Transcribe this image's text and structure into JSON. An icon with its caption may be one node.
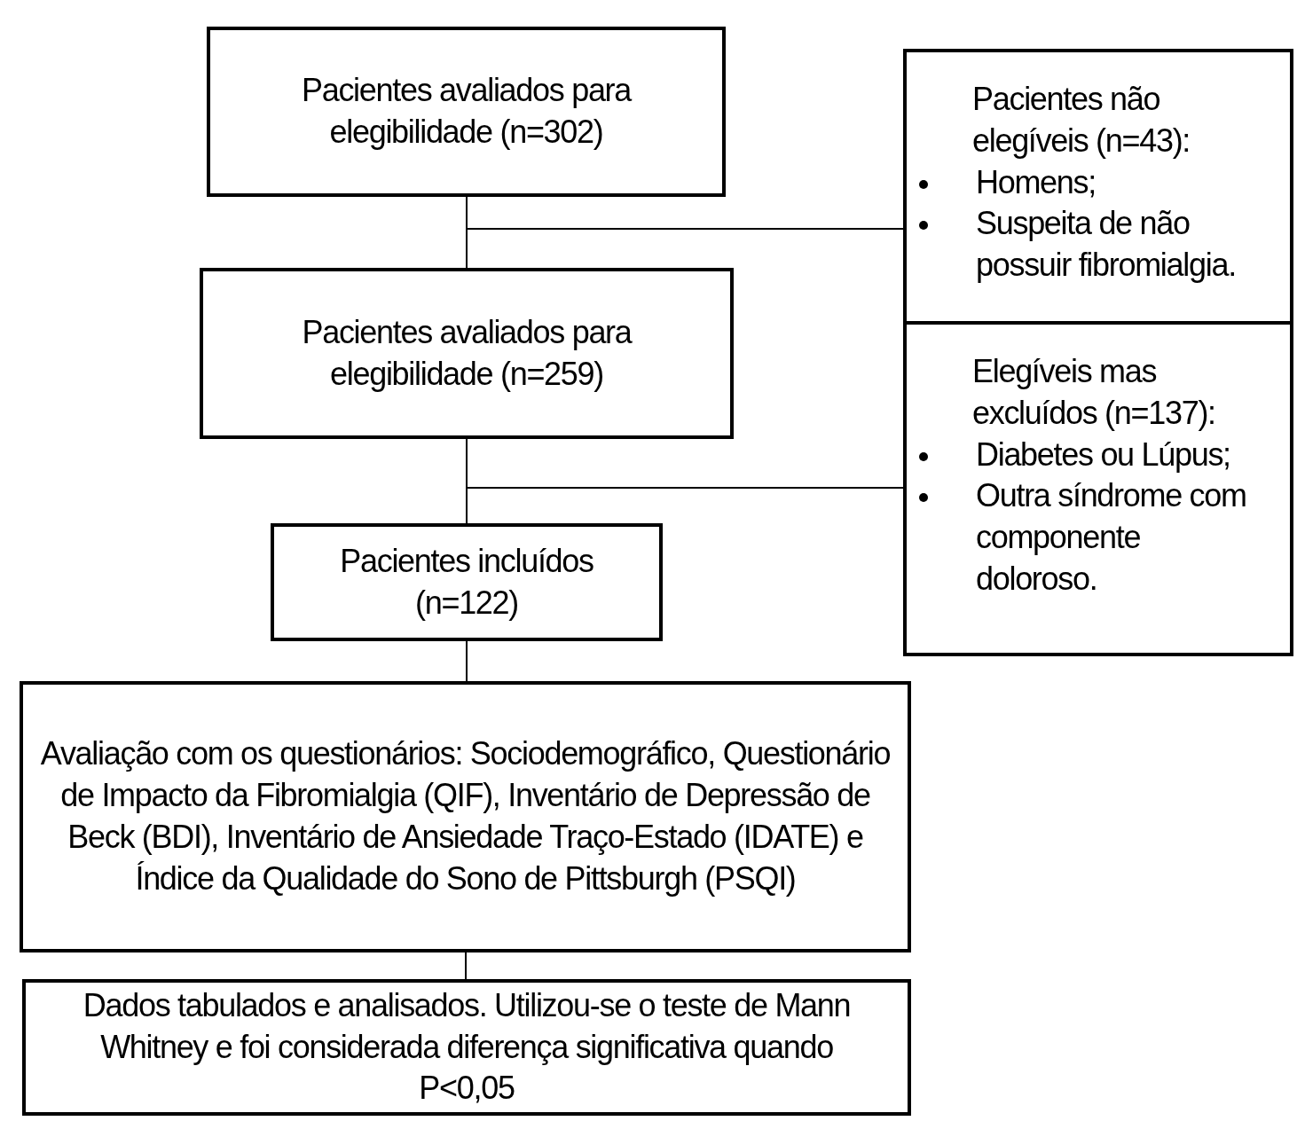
{
  "diagram": {
    "nodes": [
      {
        "text": [
          "Pacientes avaliados para elegibilidade (n=302)"
        ]
      },
      {
        "text": [
          "Pacientes avaliados para elegibilidade (n=259)"
        ]
      },
      {
        "text": [
          "Pacientes incluídos (n=122)"
        ]
      },
      {
        "text": [
          "Avaliação com os questionários: Sociodemográfico, Questionário de Impacto da Fibromialgia (QIF), Inventário de Depressão de Beck (BDI), Inventário de Ansiedade Traço-Estado (IDATE) e Índice da Qualidade do Sono de Pittsburgh (PSQI)"
        ]
      },
      {
        "text": [
          "Dados tabulados e analisados. Utilizou-se o teste de Mann Whitney e foi considerada diferença significativa quando P<0,05"
        ]
      },
      {
        "text": [
          "Pacientes não elegíveis (n=43):",
          "Homens;",
          "Suspeita de não possuir fibromialgia."
        ]
      },
      {
        "text": [
          "Elegíveis mas excluídos (n=137):",
          "Diabetes ou Lúpus;",
          "Outra síndrome com componente doloroso."
        ]
      }
    ],
    "edges": [
      {
        "from": 0,
        "to": 1,
        "arrow": "none"
      },
      {
        "from": 0,
        "to": 5,
        "arrow": "none"
      },
      {
        "from": 1,
        "to": 2,
        "arrow": "none"
      },
      {
        "from": 1,
        "to": 6,
        "arrow": "none"
      },
      {
        "from": 2,
        "to": 3,
        "arrow": "none"
      },
      {
        "from": 3,
        "to": 4,
        "arrow": "none"
      }
    ]
  }
}
